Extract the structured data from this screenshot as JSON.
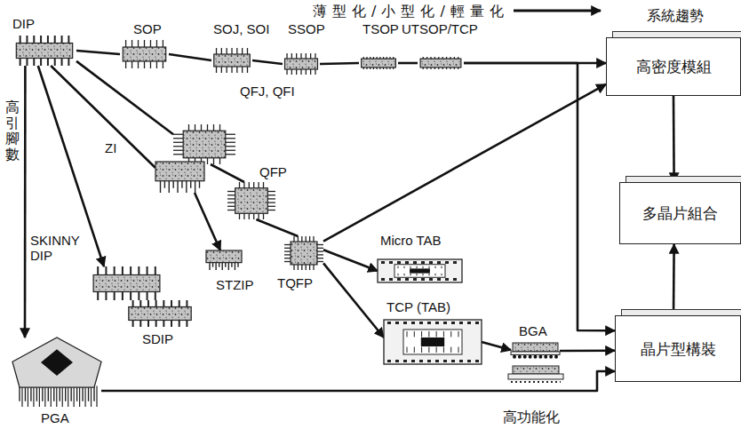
{
  "diagram": {
    "nodes": [
      {
        "text": [
          "DIP"
        ]
      },
      {
        "text": [
          "SOP"
        ]
      },
      {
        "text": [
          "SOJ, SOI"
        ]
      },
      {
        "text": [
          "SSOP"
        ]
      },
      {
        "text": [
          "TSOP"
        ]
      },
      {
        "text": [
          "UTSOP/TCP"
        ]
      },
      {
        "text": [
          "高密度模組"
        ]
      },
      {
        "text": [
          "QFJ, QFI"
        ]
      },
      {
        "text": [
          "QFP"
        ]
      },
      {
        "text": [
          "ZI"
        ]
      },
      {
        "text": [
          "SKINNY DIP"
        ]
      },
      {
        "text": [
          "STZIP"
        ]
      },
      {
        "text": [
          "SDIP"
        ]
      },
      {
        "text": [
          "多晶片組合"
        ]
      },
      {
        "text": [
          "TQFP"
        ]
      },
      {
        "text": [
          "Micro TAB"
        ]
      },
      {
        "text": [
          "TCP (TAB)"
        ]
      },
      {
        "text": [
          "BGA"
        ]
      },
      {
        "text": [
          "PGA"
        ]
      },
      {
        "text": [
          "晶片型構裝"
        ]
      }
    ],
    "edges": [
      {
        "from": 0,
        "to": 1,
        "arrow": "none"
      },
      {
        "from": 1,
        "to": 2,
        "arrow": "none"
      },
      {
        "from": 2,
        "to": 3,
        "arrow": "none"
      },
      {
        "from": 3,
        "to": 4,
        "arrow": "none"
      },
      {
        "from": 4,
        "to": 5,
        "arrow": "none"
      },
      {
        "from": 5,
        "to": 6,
        "arrow": "to"
      },
      {
        "from": 5,
        "to": 19,
        "arrow": "to"
      },
      {
        "from": 0,
        "to": 7,
        "arrow": "none"
      },
      {
        "from": 7,
        "to": 8,
        "arrow": "none"
      },
      {
        "from": 8,
        "to": 14,
        "arrow": "none"
      },
      {
        "from": 14,
        "to": 6,
        "arrow": "to"
      },
      {
        "from": 14,
        "to": 15,
        "arrow": "to"
      },
      {
        "from": 14,
        "to": 16,
        "arrow": "to"
      },
      {
        "from": 16,
        "to": 17,
        "arrow": "to"
      },
      {
        "from": 17,
        "to": 19,
        "arrow": "to"
      },
      {
        "from": 0,
        "to": 9,
        "arrow": "none"
      },
      {
        "from": 9,
        "to": 11,
        "arrow": "to"
      },
      {
        "from": 0,
        "to": 10,
        "arrow": "to"
      },
      {
        "from": 0,
        "to": 18,
        "arrow": "to"
      },
      {
        "from": 18,
        "to": 19,
        "arrow": "to"
      },
      {
        "from": 6,
        "to": 13,
        "arrow": "to"
      },
      {
        "from": 19,
        "to": 13,
        "arrow": "to"
      }
    ],
    "labels": [
      "薄型化/小型化/輕量化",
      "系統趨勢",
      "高引腳數",
      "高功能化"
    ]
  }
}
